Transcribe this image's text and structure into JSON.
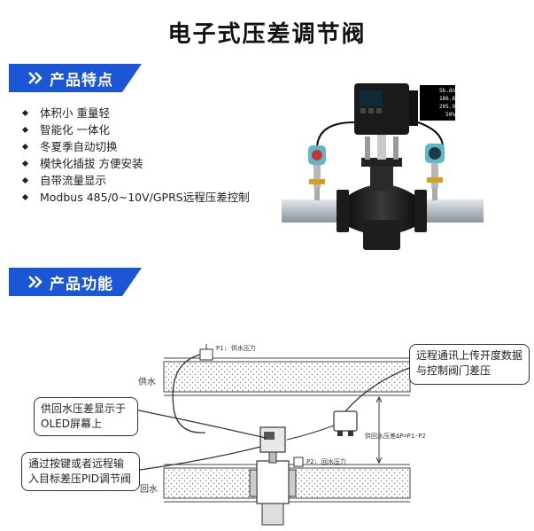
{
  "page": {
    "title": "电子式压差调节阀"
  },
  "sections": {
    "features": {
      "heading": "产品特点",
      "items": [
        "体积小 重量轻",
        "智能化 一体化",
        "冬夏季自动切换",
        "模快化插拔 方便安装",
        "自带流量显示",
        "Modbus 485/0~10V/GPRS远程压差控制"
      ]
    },
    "functions": {
      "heading": "产品功能"
    }
  },
  "product_image": {
    "display_lines": [
      "5b.do",
      "186.8",
      "205.9",
      "50%"
    ]
  },
  "diagram": {
    "pipe_top_label": "供水",
    "pipe_bottom_label": "回水",
    "p1_label": "P1: 供水压力",
    "p2_label": "P2: 回水压力",
    "dp_label": "供回水压差ΔP=P1-P2",
    "callouts": {
      "remote": "远程通讯上传开度数据与控制阀门差压",
      "oled": "供回水压差显示于OLED屏幕上",
      "input": "通过按键或者远程输入目标差压PID调节阀"
    }
  },
  "colors": {
    "banner": "#1a56d6",
    "pipe": "#b9c0c6",
    "valve_body": "#1e1e1e"
  }
}
